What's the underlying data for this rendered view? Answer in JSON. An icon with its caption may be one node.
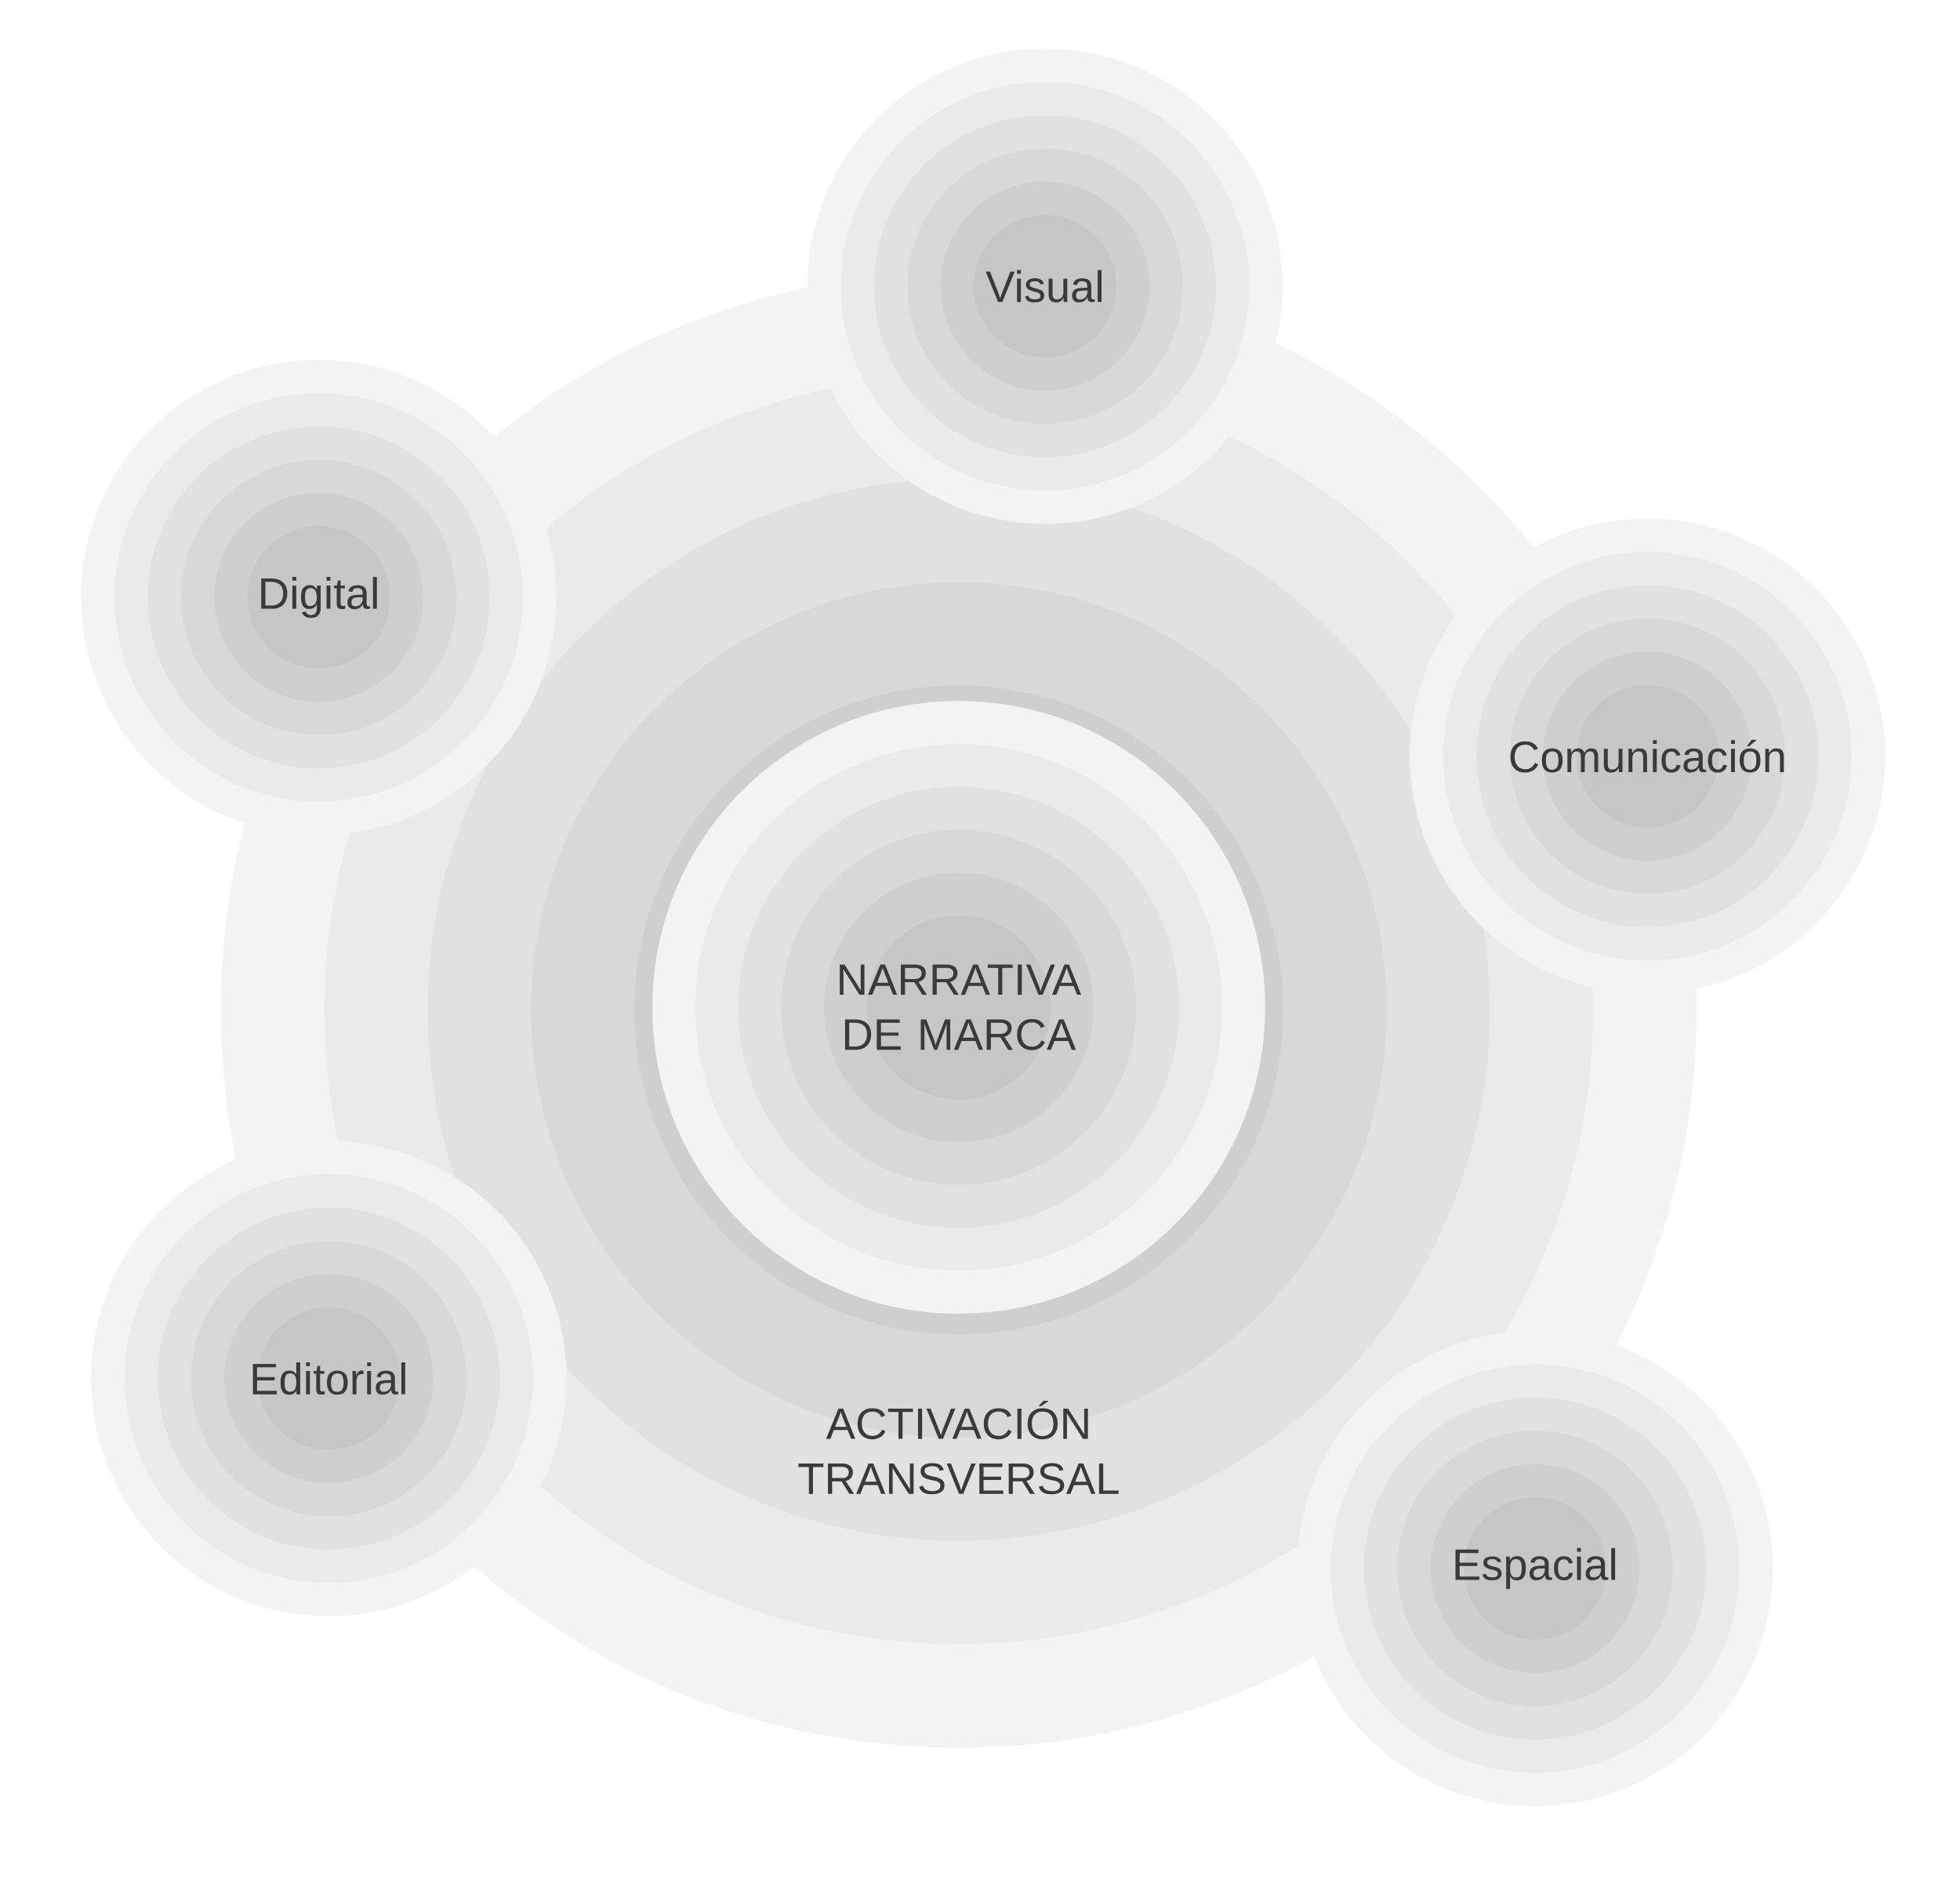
{
  "diagram": {
    "nodes": [
      {
        "text": [
          "ACTIVACIÓN TRANSVERSAL"
        ]
      },
      {
        "text": [
          "NARRATIVA DE MARCA"
        ],
        "in": 0
      },
      {
        "text": [
          "Visual"
        ]
      },
      {
        "text": [
          "Digital"
        ]
      },
      {
        "text": [
          "Comunicación"
        ]
      },
      {
        "text": [
          "Editorial"
        ]
      },
      {
        "text": [
          "Espacial"
        ]
      }
    ]
  }
}
